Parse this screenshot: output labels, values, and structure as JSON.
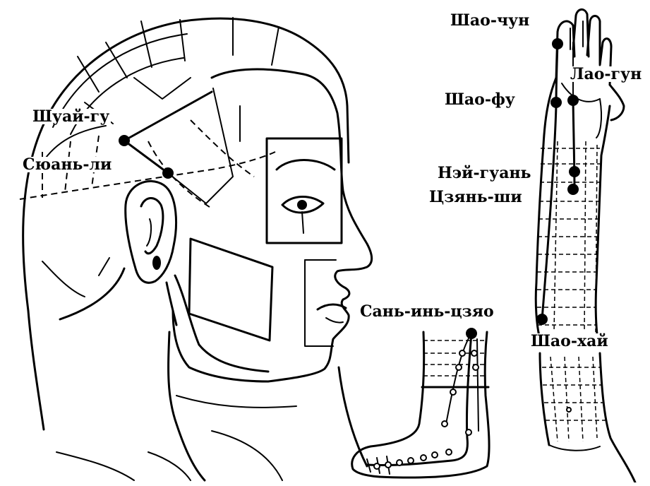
{
  "colors": {
    "ink": "#000000",
    "background": "#ffffff"
  },
  "labels": {
    "shuai_gu": "Шуай-гу",
    "syuan_li": "Сюань-ли",
    "shao_chun": "Шао-чун",
    "lao_gun": "Лао-гун",
    "shao_fu": "Шао-фу",
    "nei_guan": "Нэй-гуань",
    "tszyan_shi": "Цзянь-ши",
    "san_in_tszyao": "Сань-инь-цзяо",
    "shao_hai": "Шао-хай"
  }
}
